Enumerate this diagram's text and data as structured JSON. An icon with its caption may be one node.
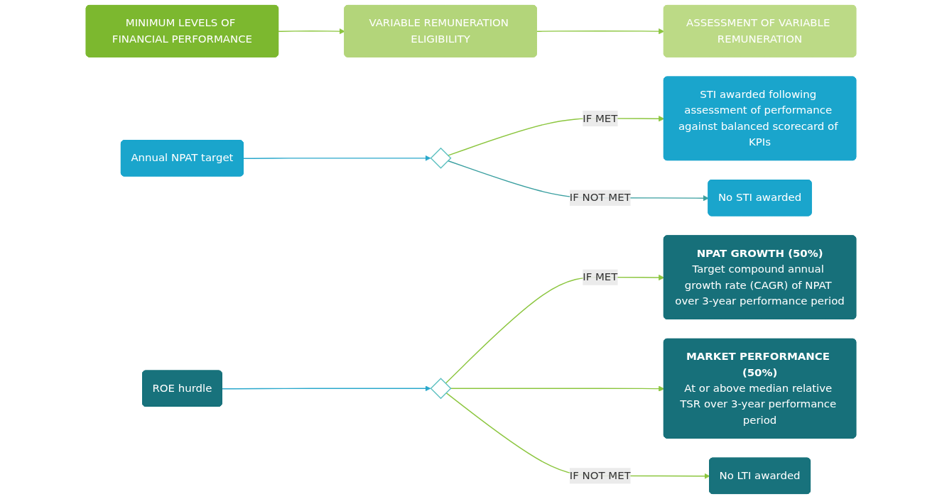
{
  "diagram": {
    "nodes": [
      {
        "text": [
          "MINIMUM LEVELS OF FINANCIAL PERFORMANCE"
        ]
      },
      {
        "text": [
          "VARIABLE REMUNERATION ELIGIBILITY"
        ]
      },
      {
        "text": [
          "ASSESSMENT OF VARIABLE REMUNERATION"
        ]
      },
      {
        "text": [
          "Annual NPAT target"
        ]
      },
      {
        "text": [],
        "shape": "diamond"
      },
      {
        "text": [
          "STI awarded following assessment of performance against balanced scorecard of KPIs"
        ]
      },
      {
        "text": [
          "No STI awarded"
        ]
      },
      {
        "text": [
          "ROE hurdle"
        ]
      },
      {
        "text": [],
        "shape": "diamond"
      },
      {
        "text": [
          "NPAT GROWTH (50%)",
          "Target compound annual growth rate (CAGR) of NPAT over 3-year performance period"
        ]
      },
      {
        "text": [
          "MARKET PERFORMANCE (50%)",
          "At or above median relative TSR over 3-year performance period"
        ]
      },
      {
        "text": [
          "No LTI awarded"
        ]
      }
    ],
    "edges": [
      {
        "from": 0,
        "to": 1,
        "arrow": "to"
      },
      {
        "from": 1,
        "to": 2,
        "arrow": "to"
      },
      {
        "from": 3,
        "to": 4,
        "arrow": "to",
        "color": "#2aa8cc"
      },
      {
        "from": 4,
        "to": 5,
        "arrow": "to",
        "label": "IF MET"
      },
      {
        "from": 4,
        "to": 6,
        "arrow": "to",
        "label": "IF NOT MET",
        "color": "#3a9fa0"
      },
      {
        "from": 7,
        "to": 8,
        "arrow": "to",
        "color": "#2aa8cc"
      },
      {
        "from": 8,
        "to": 9,
        "arrow": "to",
        "label": "IF MET"
      },
      {
        "from": 8,
        "to": 10,
        "arrow": "to"
      },
      {
        "from": 8,
        "to": 11,
        "arrow": "to",
        "label": "IF NOT MET"
      }
    ]
  }
}
